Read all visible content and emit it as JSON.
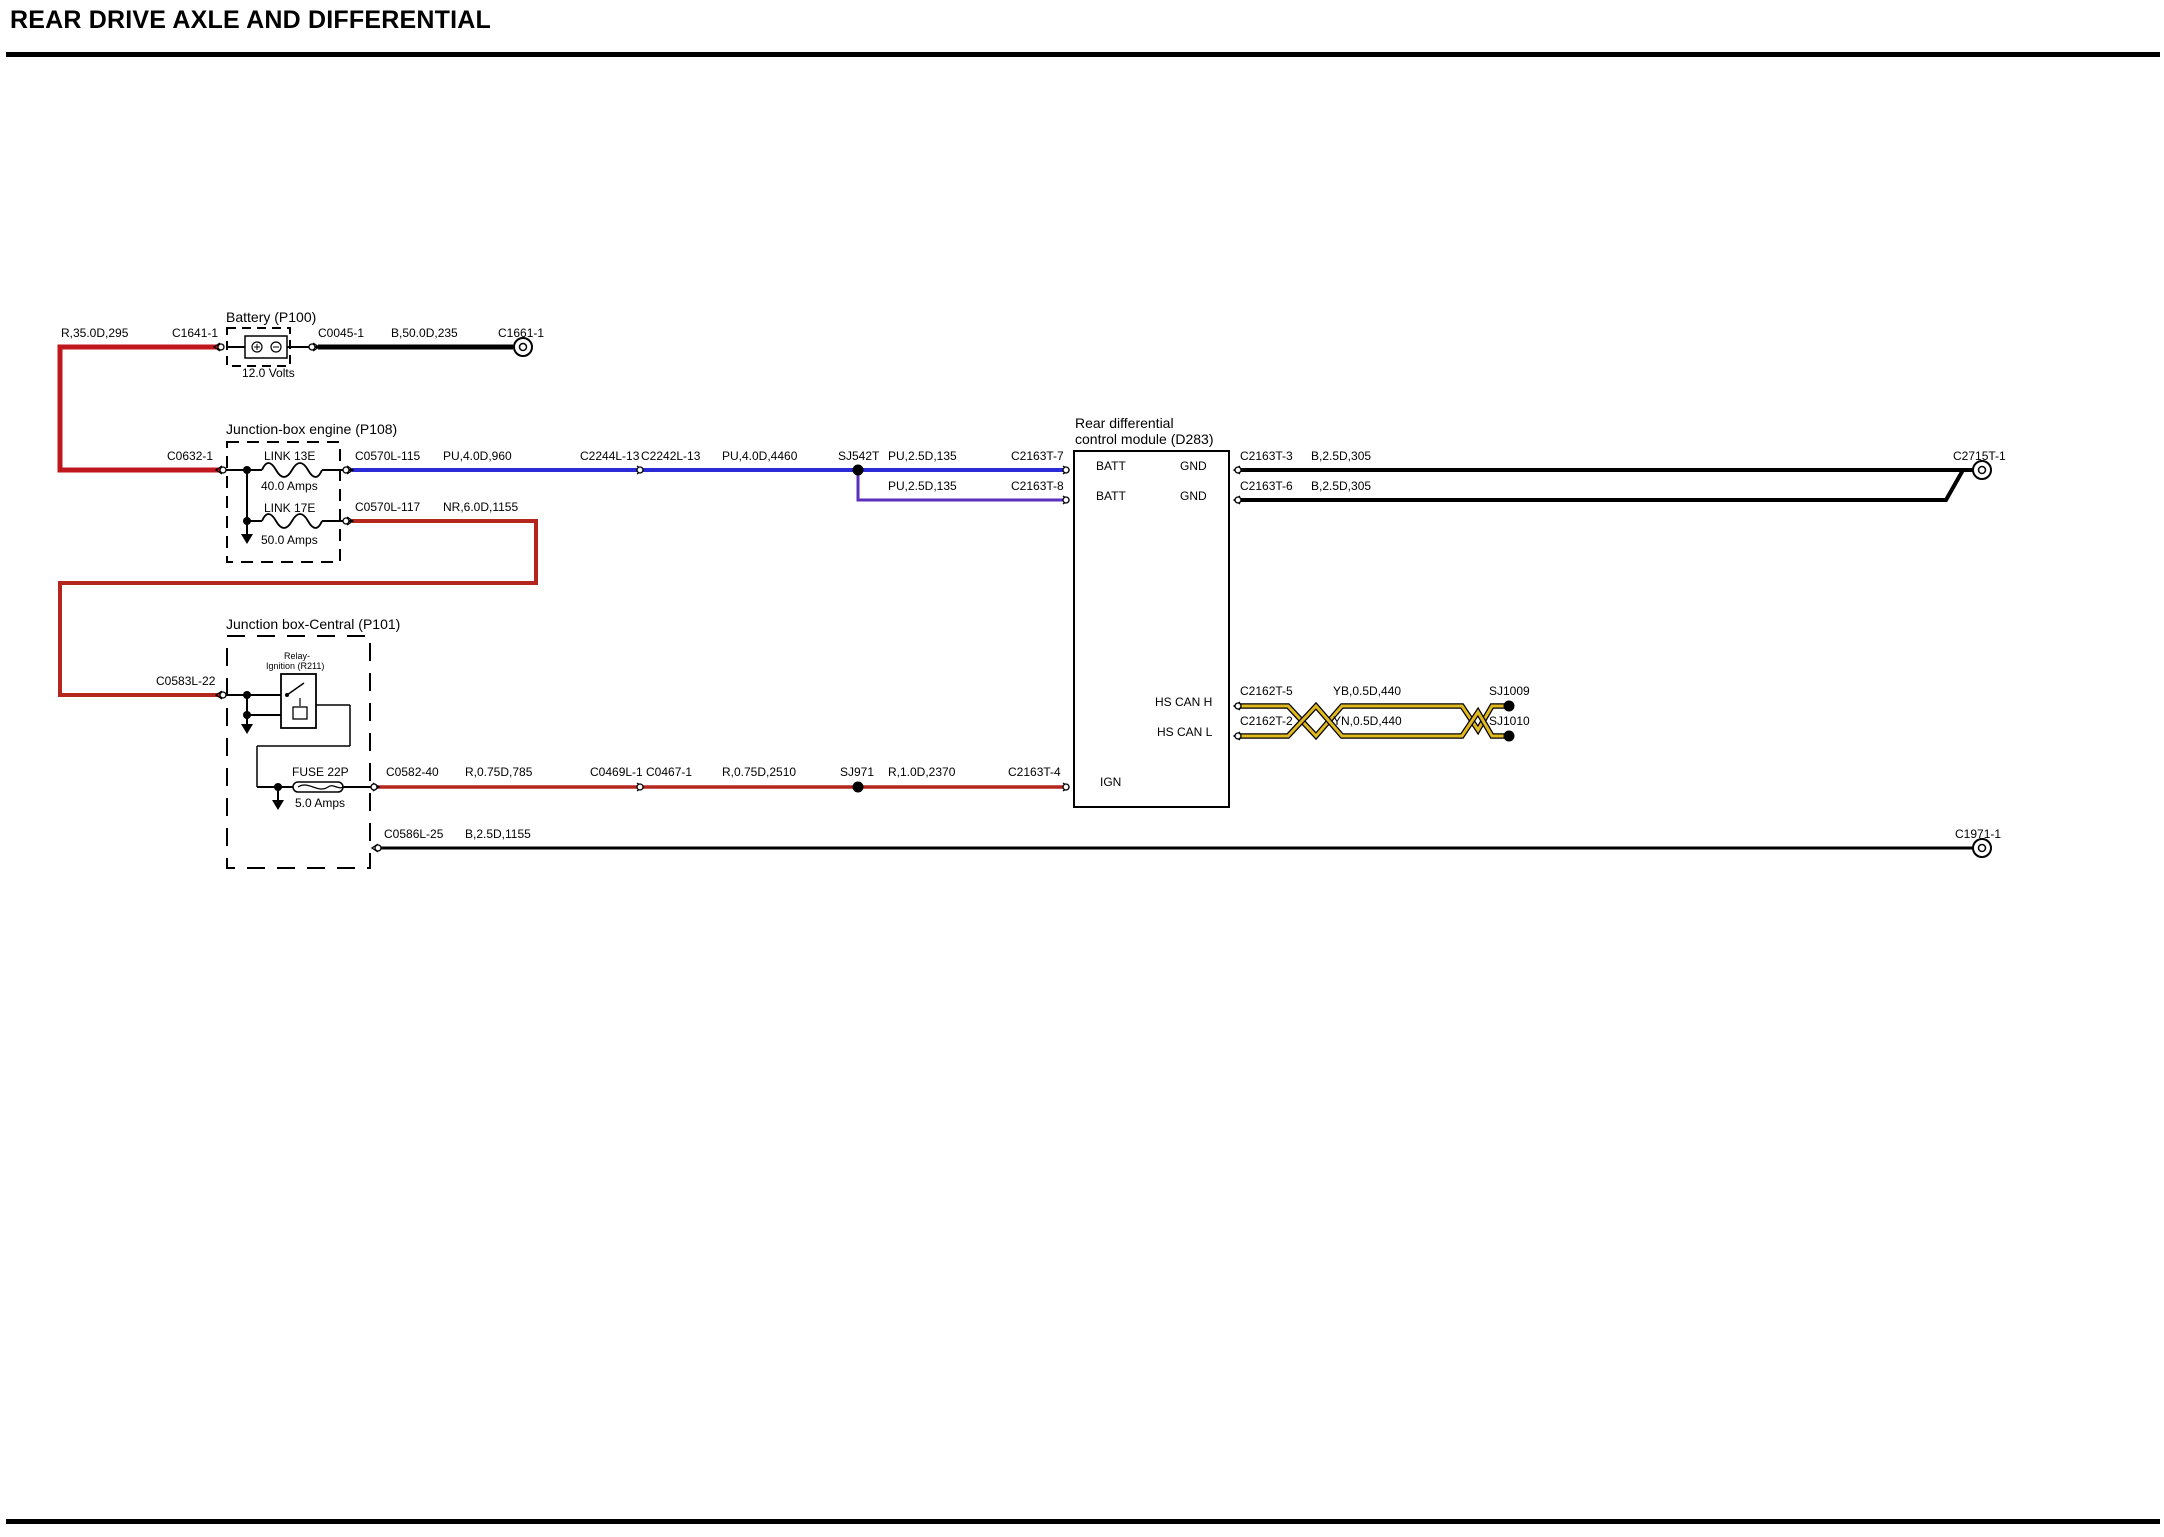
{
  "page_title": "REAR DRIVE AXLE AND DIFFERENTIAL",
  "colors": {
    "red_wire": "#c0161d",
    "dark_red_wire": "#b5261e",
    "blue_wire": "#2a2ad6",
    "purple_wire": "#5a2fbf",
    "black_wire": "#000000",
    "can_yellow": "#e0b820"
  },
  "components": {
    "battery": {
      "name": "Battery (P100)",
      "rating": "12.0 Volts"
    },
    "junction_engine": {
      "name": "Junction-box engine (P108)",
      "link1": {
        "name": "LINK 13E",
        "rating": "40.0 Amps"
      },
      "link2": {
        "name": "LINK 17E",
        "rating": "50.0 Amps"
      }
    },
    "junction_central": {
      "name": "Junction box-Central (P101)",
      "relay_line1": "Relay-",
      "relay_line2": "Ignition (R211)",
      "fuse": {
        "name": "FUSE 22P",
        "rating": "5.0 Amps"
      }
    },
    "rdcm": {
      "name_line1": "Rear differential",
      "name_line2": "control module (D283)",
      "pins": {
        "batt1": "BATT",
        "batt2": "BATT",
        "gnd1": "GND",
        "gnd2": "GND",
        "can_h": "HS CAN H",
        "can_l": "HS CAN L",
        "ign": "IGN"
      }
    }
  },
  "labels": {
    "wire_battery_pos": "R,35.0D,295",
    "c1641": "C1641-1",
    "c0045": "C0045-1",
    "wire_battery_neg": "B,50.0D,235",
    "c1661": "C1661-1",
    "c0632": "C0632-1",
    "c0570_115": "C0570L-115",
    "wire_pu_960": "PU,4.0D,960",
    "c2244": "C2244L-13",
    "c2242": "C2242L-13",
    "wire_pu_4460": "PU,4.0D,4460",
    "sj542t": "SJ542T",
    "wire_pu_135a": "PU,2.5D,135",
    "c2163t_7": "C2163T-7",
    "wire_pu_135b": "PU,2.5D,135",
    "c2163t_8": "C2163T-8",
    "c0570_117": "C0570L-117",
    "wire_nr_1155": "NR,6.0D,1155",
    "c2163t_3": "C2163T-3",
    "wire_b_305a": "B,2.5D,305",
    "c2163t_6": "C2163T-6",
    "wire_b_305b": "B,2.5D,305",
    "c2715t": "C2715T-1",
    "c0583": "C0583L-22",
    "c0582": "C0582-40",
    "wire_r_785": "R,0.75D,785",
    "c0469": "C0469L-1",
    "c0467": "C0467-1",
    "wire_r_2510": "R,0.75D,2510",
    "sj971": "SJ971",
    "wire_r_2370": "R,1.0D,2370",
    "c2163t_4": "C2163T-4",
    "c2162t_5": "C2162T-5",
    "wire_yb_440": "YB,0.5D,440",
    "sj1009": "SJ1009",
    "c2162t_2": "C2162T-2",
    "wire_yn_440": "YN,0.5D,440",
    "sj1010": "SJ1010",
    "c0586": "C0586L-25",
    "wire_b_1155": "B,2.5D,1155",
    "c1971": "C1971-1"
  }
}
